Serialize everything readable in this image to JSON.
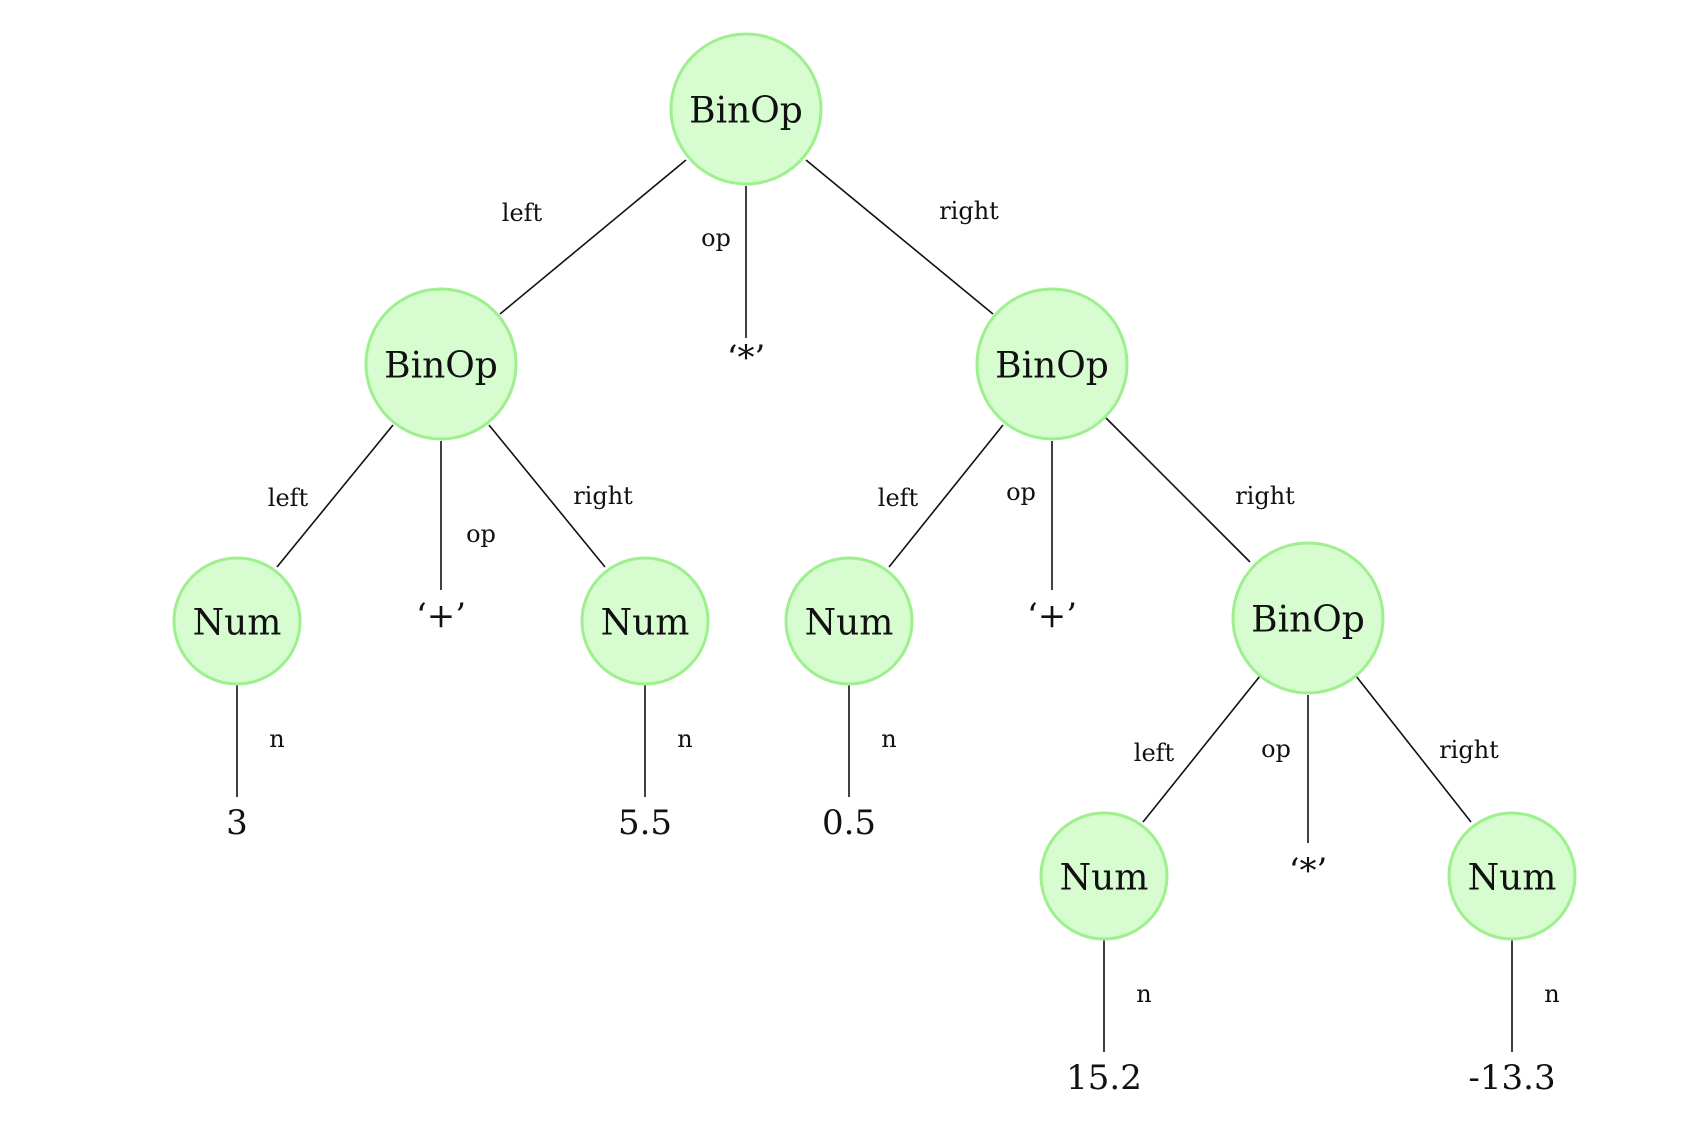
{
  "nodes": [
    {
      "id": "n1",
      "kind": "node",
      "label": "BinOp"
    },
    {
      "id": "n2",
      "kind": "node",
      "label": "BinOp"
    },
    {
      "id": "n3",
      "kind": "leaf",
      "label": "‘*’"
    },
    {
      "id": "n4",
      "kind": "node",
      "label": "BinOp"
    },
    {
      "id": "n5",
      "kind": "node",
      "label": "Num"
    },
    {
      "id": "n6",
      "kind": "leaf",
      "label": "‘+’"
    },
    {
      "id": "n7",
      "kind": "node",
      "label": "Num"
    },
    {
      "id": "n8",
      "kind": "leaf",
      "label": "3"
    },
    {
      "id": "n9",
      "kind": "leaf",
      "label": "5.5"
    },
    {
      "id": "n10",
      "kind": "node",
      "label": "Num"
    },
    {
      "id": "n11",
      "kind": "leaf",
      "label": "‘+’"
    },
    {
      "id": "n12",
      "kind": "node",
      "label": "BinOp"
    },
    {
      "id": "n13",
      "kind": "leaf",
      "label": "0.5"
    },
    {
      "id": "n14",
      "kind": "node",
      "label": "Num"
    },
    {
      "id": "n15",
      "kind": "leaf",
      "label": "‘*’"
    },
    {
      "id": "n16",
      "kind": "node",
      "label": "Num"
    },
    {
      "id": "n17",
      "kind": "leaf",
      "label": "15.2"
    },
    {
      "id": "n18",
      "kind": "leaf",
      "label": "-13.3"
    }
  ],
  "edges": [
    {
      "from": "n1",
      "to": "n2",
      "label": "left"
    },
    {
      "from": "n1",
      "to": "n3",
      "label": "op"
    },
    {
      "from": "n1",
      "to": "n4",
      "label": "right"
    },
    {
      "from": "n2",
      "to": "n5",
      "label": "left"
    },
    {
      "from": "n2",
      "to": "n6",
      "label": "op"
    },
    {
      "from": "n2",
      "to": "n7",
      "label": "right"
    },
    {
      "from": "n5",
      "to": "n8",
      "label": "n"
    },
    {
      "from": "n7",
      "to": "n9",
      "label": "n"
    },
    {
      "from": "n4",
      "to": "n10",
      "label": "left"
    },
    {
      "from": "n4",
      "to": "n11",
      "label": "op"
    },
    {
      "from": "n4",
      "to": "n12",
      "label": "right"
    },
    {
      "from": "n10",
      "to": "n13",
      "label": "n"
    },
    {
      "from": "n12",
      "to": "n14",
      "label": "left"
    },
    {
      "from": "n12",
      "to": "n15",
      "label": "op"
    },
    {
      "from": "n12",
      "to": "n16",
      "label": "right"
    },
    {
      "from": "n14",
      "to": "n17",
      "label": "n"
    },
    {
      "from": "n16",
      "to": "n18",
      "label": "n"
    }
  ]
}
